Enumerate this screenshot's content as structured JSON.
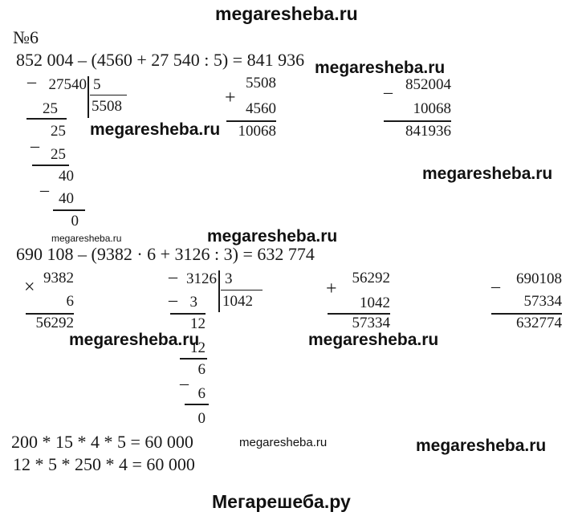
{
  "watermarks": {
    "top": "megaresheba.ru",
    "bold": "megaresheba.ru",
    "small": "megaresheba.ru",
    "bottom": "Мегарешеба.ру"
  },
  "problem": {
    "number": "№6",
    "expr1": "852 004 – (4560 + 27 540 : 5) = 841 936",
    "expr2": "690 108 – (9382 · 6 + 3126 : 3) = 632 774",
    "line3": "200 * 15 * 4 * 5 = 60 000",
    "line4": "12 * 5 * 250 * 4 = 60 000"
  },
  "div1": {
    "sign": "_",
    "dividend": "27540",
    "divisor": "5",
    "quotient": "5508",
    "s1": "25",
    "r1": "25",
    "s2": "25",
    "r2": "40",
    "s3": "40",
    "rem": "0"
  },
  "add1": {
    "sign": "+",
    "a": "5508",
    "b": "4560",
    "sum": "10068"
  },
  "sub1": {
    "sign": "_",
    "a": "852004",
    "b": "10068",
    "diff": "841936"
  },
  "mul2": {
    "sign": "×",
    "a": "9382",
    "b": "6",
    "prod": "56292"
  },
  "div2": {
    "sign": "_",
    "dividend": "3126",
    "divisor": "3",
    "quotient": "1042",
    "s1": "3",
    "r1": "12",
    "s2": "12",
    "r2": "6",
    "s3": "6",
    "rem": "0"
  },
  "add2": {
    "sign": "+",
    "a": "56292",
    "b": "1042",
    "sum": "57334"
  },
  "sub2": {
    "sign": "_",
    "a": "690108",
    "b": "57334",
    "diff": "632774"
  }
}
